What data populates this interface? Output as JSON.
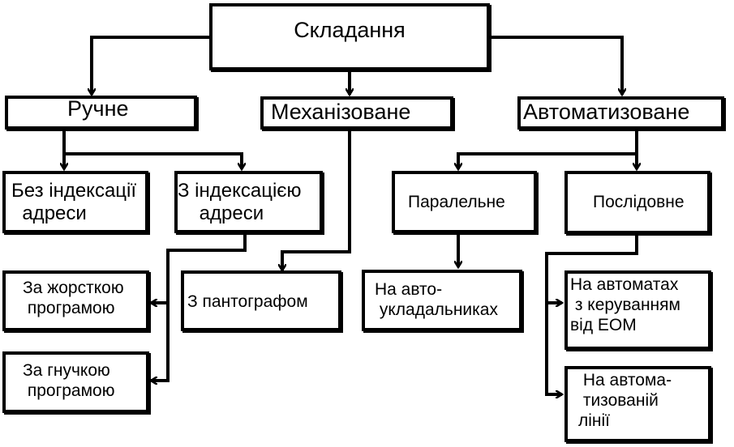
{
  "root": "Складання",
  "categories": {
    "manual": "Ручне",
    "mechanized": "Механізоване",
    "automated": "Автоматизоване"
  },
  "manual": {
    "no_index": "Без індексації\n  адреси",
    "with_index": "З індексацією\n    адреси",
    "rigid_program": "За жорсткою\n програмою",
    "flexible_program": "За гнучкою\n програмою"
  },
  "mechanized": {
    "pantograph": "З пантографом"
  },
  "automated": {
    "parallel": "Паралельне",
    "sequential": "Послідовне",
    "auto_stackers": "На авто-\n укладальниках",
    "computer_controlled": "На автоматах\n з керуванням\nвід ЕОМ",
    "auto_lines": " На автома-\n тизованій\nлінії"
  }
}
